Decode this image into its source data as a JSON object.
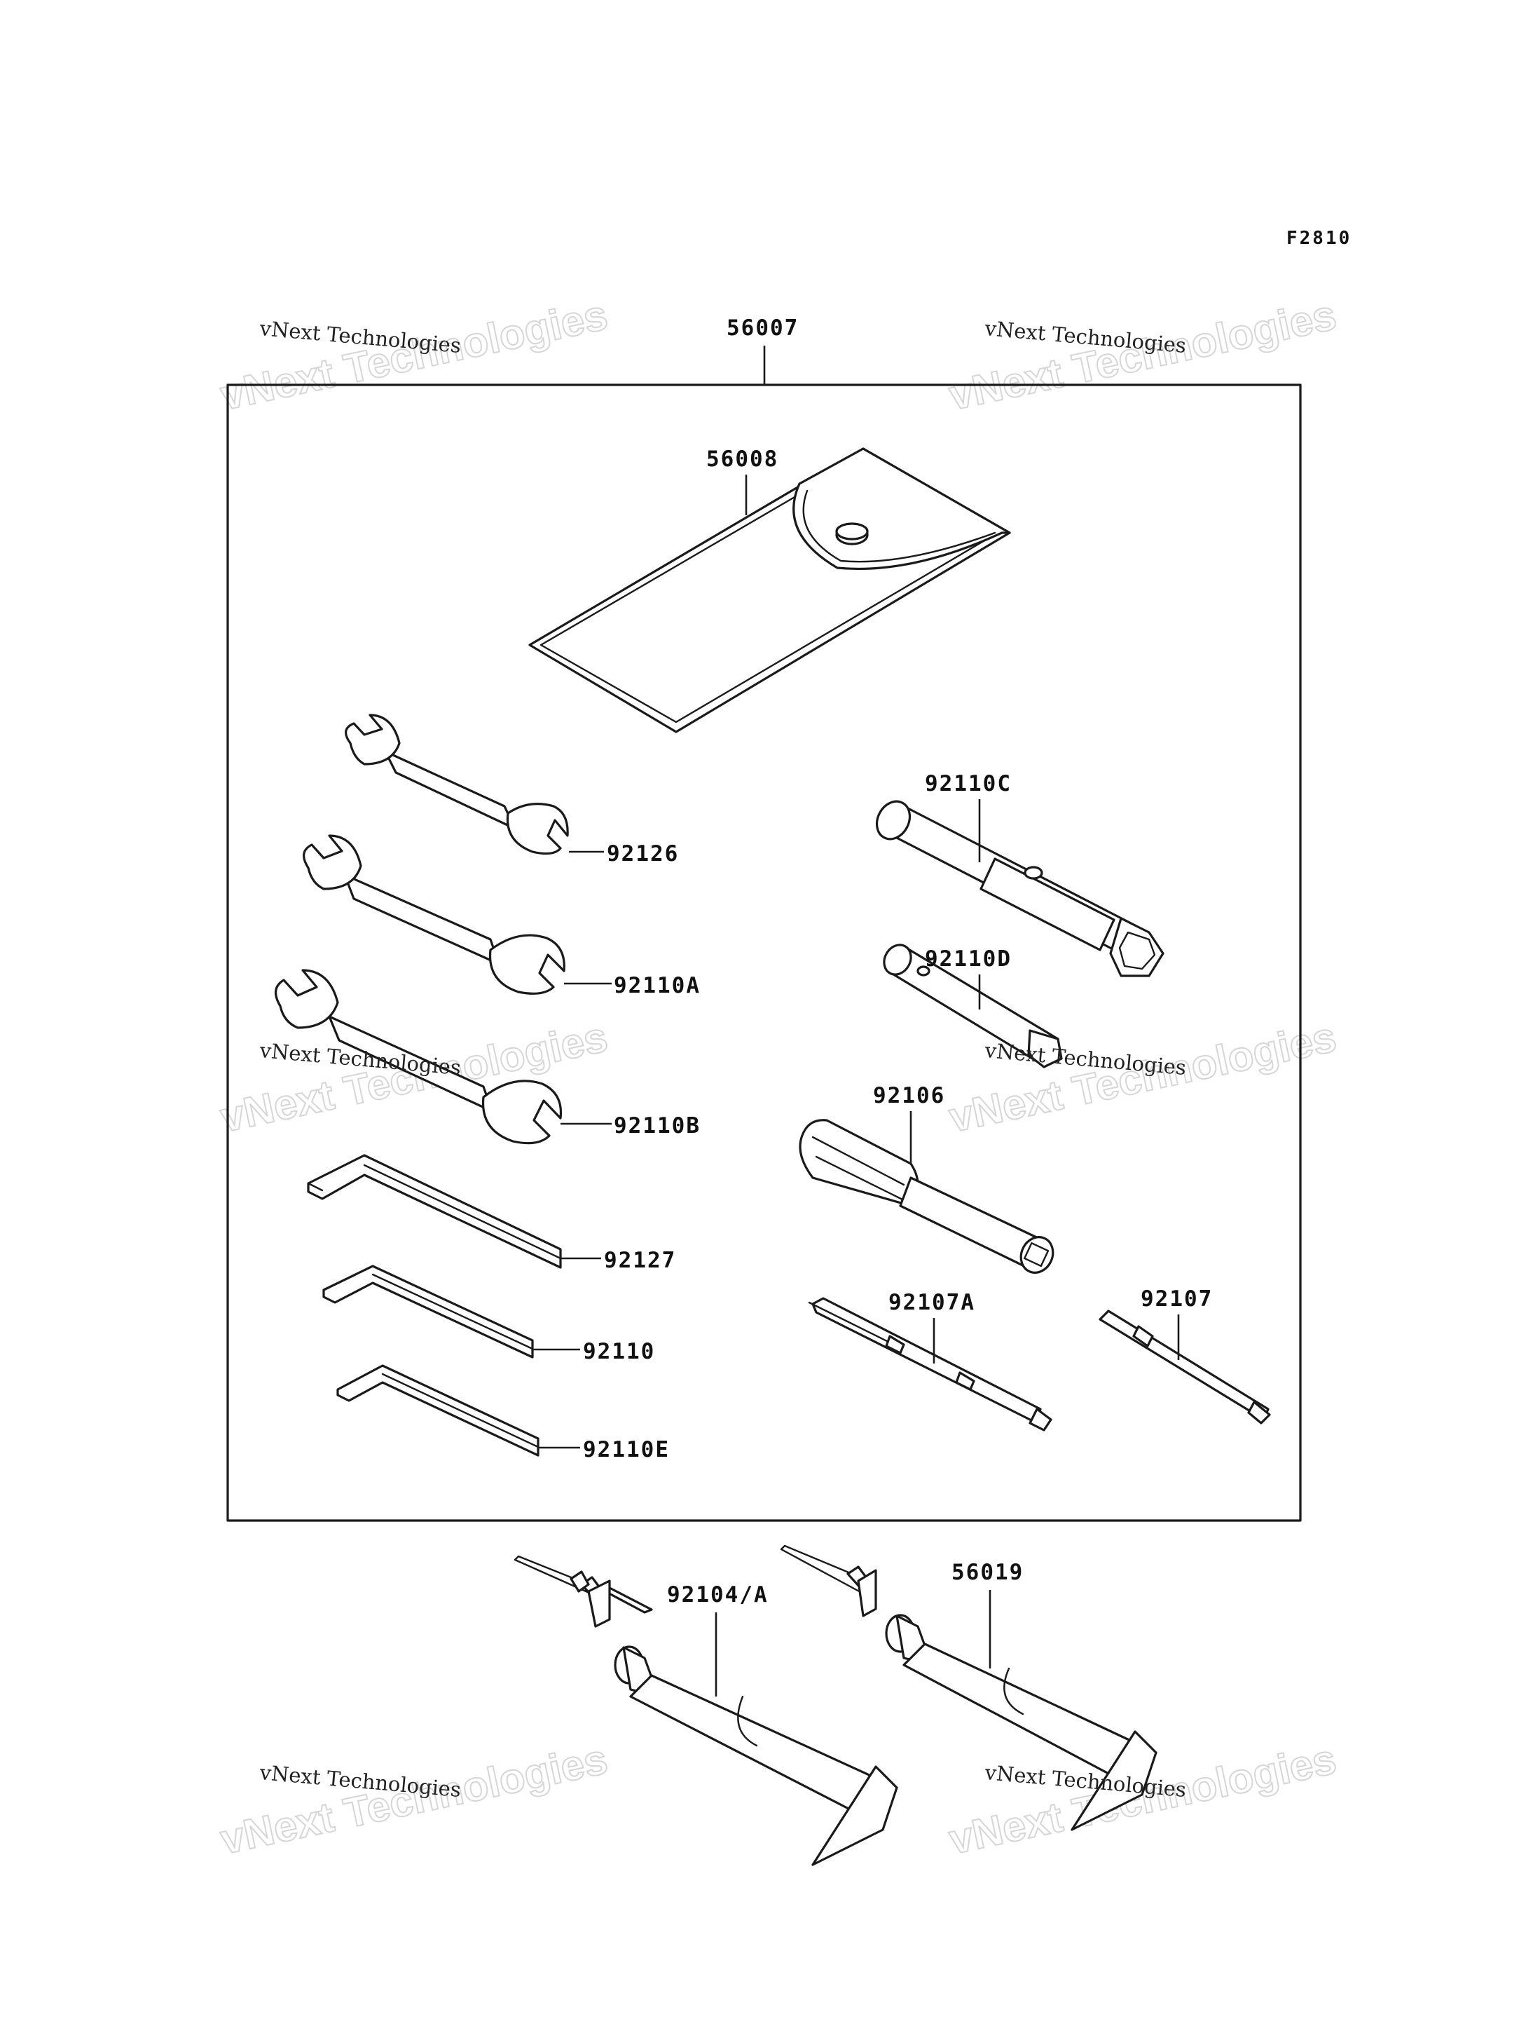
{
  "figure_code": "F2810",
  "watermark": {
    "small_text": "vNext Technologies",
    "big_text": "vNext Technologies"
  },
  "colors": {
    "line": "#1a1a1a",
    "watermark": "#d6d6d6",
    "background": "#ffffff"
  },
  "labels": {
    "kit": "56007",
    "tool_bag": "56008",
    "wrench_92126": "92126",
    "wrench_92110A": "92110A",
    "wrench_92110B": "92110B",
    "hex_92127": "92127",
    "hex_92110": "92110",
    "hex_92110E": "92110E",
    "plug_wrench_92110C": "92110C",
    "handle_92110D": "92110D",
    "driver_handle_92106": "92106",
    "driver_bit_92107A": "92107A",
    "driver_bit_92107": "92107",
    "tube_92104A": "92104/A",
    "tube_56019": "56019"
  }
}
